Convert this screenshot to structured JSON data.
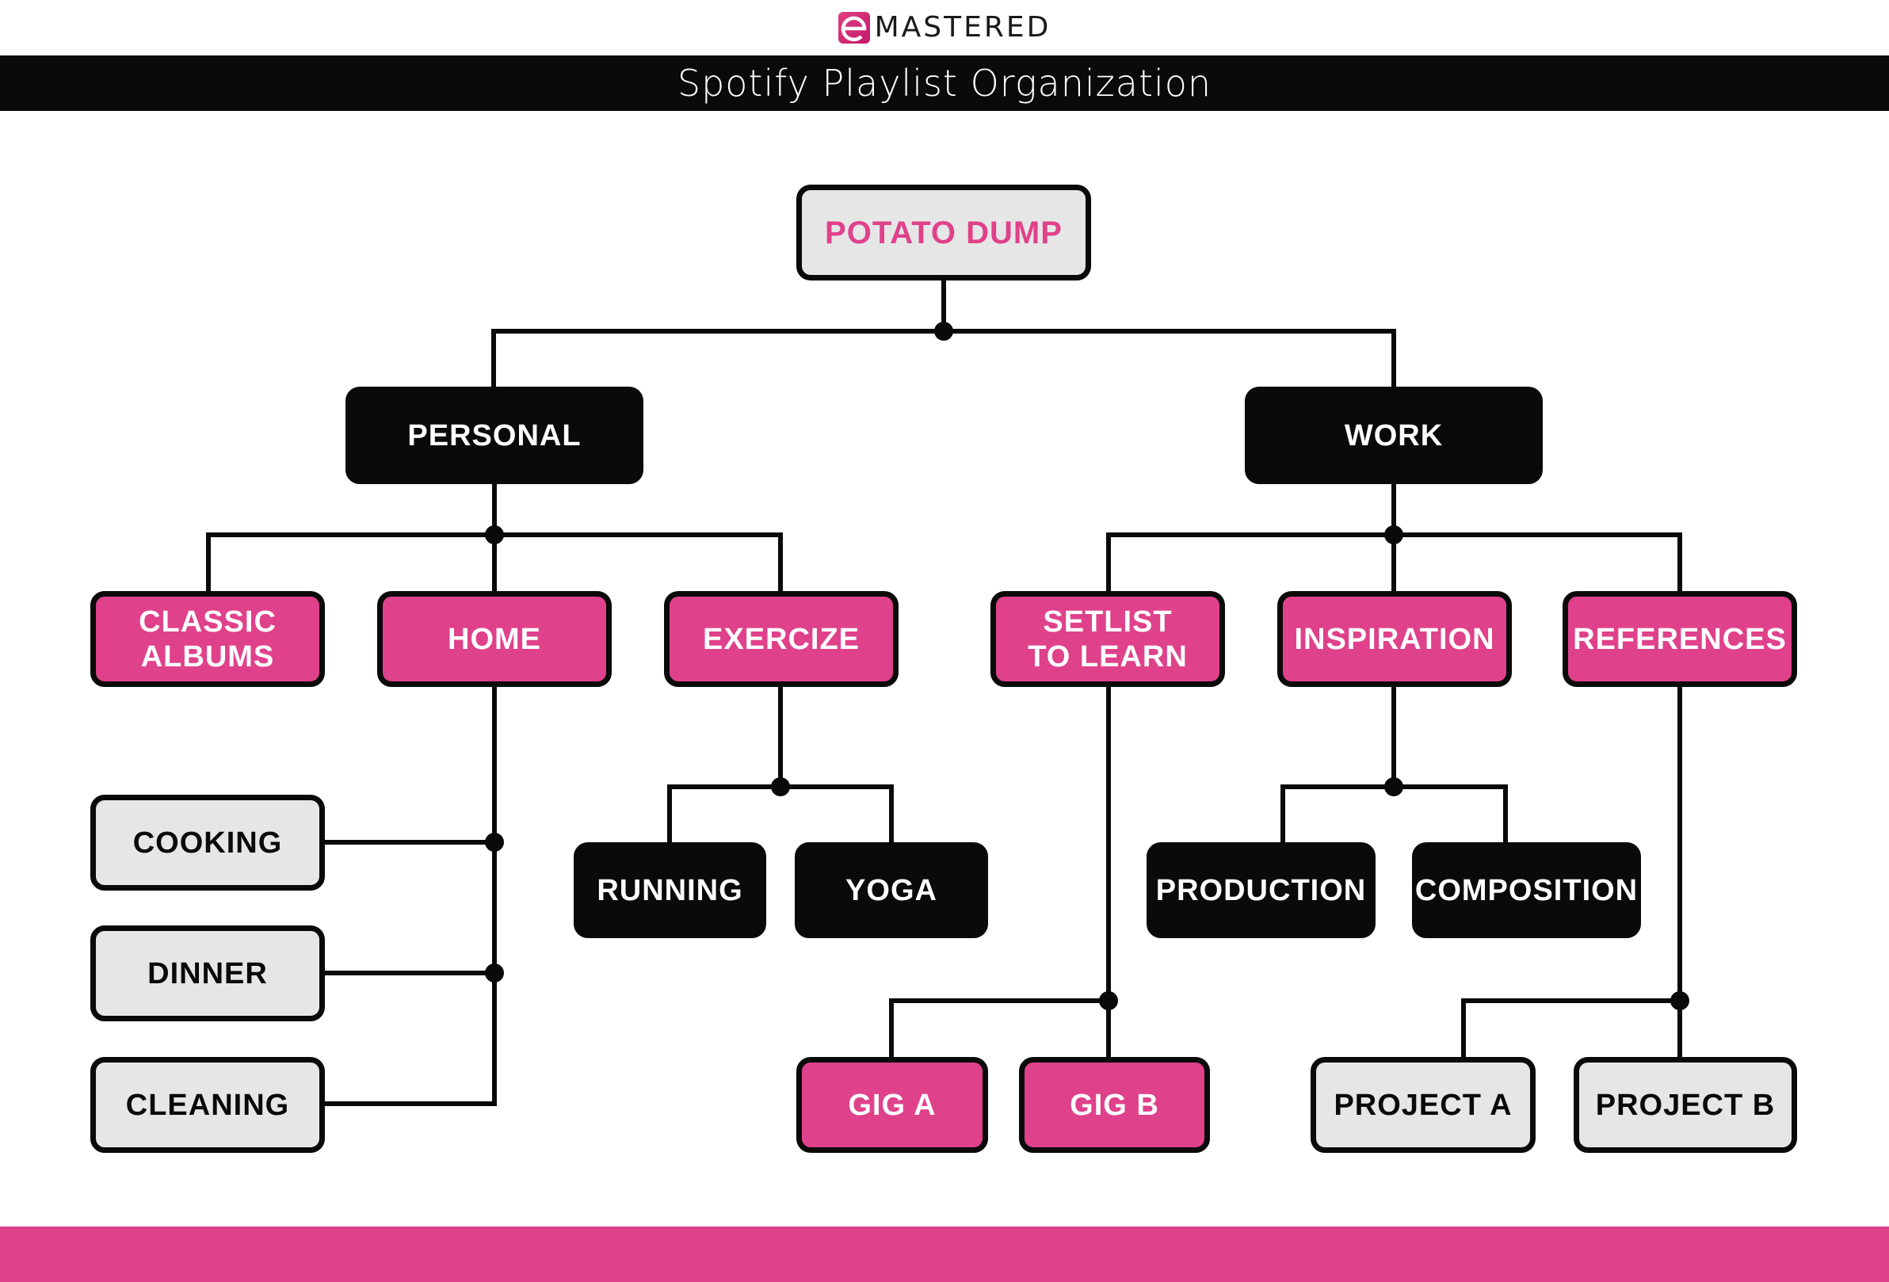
{
  "brand": {
    "name": "MASTERED",
    "logo_letter": "e",
    "color": "#e0418b"
  },
  "header": {
    "title": "Spotify Playlist Organization"
  },
  "colors": {
    "pink": "#e0418b",
    "black": "#0a0a0a",
    "light_gray": "#e6e6e6",
    "white": "#ffffff"
  },
  "tree": {
    "root": {
      "label": "POTATO DUMP",
      "style": "root"
    },
    "personal": {
      "label": "PERSONAL",
      "style": "dark",
      "children": {
        "classic_albums": {
          "label": "CLASSIC\nALBUMS",
          "style": "pink"
        },
        "home": {
          "label": "HOME",
          "style": "pink",
          "children": [
            {
              "label": "COOKING",
              "style": "light"
            },
            {
              "label": "DINNER",
              "style": "light"
            },
            {
              "label": "CLEANING",
              "style": "light"
            }
          ]
        },
        "exercize": {
          "label": "EXERCIZE",
          "style": "pink",
          "children": [
            {
              "label": "RUNNING",
              "style": "dark"
            },
            {
              "label": "YOGA",
              "style": "dark"
            }
          ]
        }
      }
    },
    "work": {
      "label": "WORK",
      "style": "dark",
      "children": {
        "setlist": {
          "label": "SETLIST\nTO LEARN",
          "style": "pink",
          "children": [
            {
              "label": "GIG A",
              "style": "pink"
            },
            {
              "label": "GIG B",
              "style": "pink"
            }
          ]
        },
        "inspiration": {
          "label": "INSPIRATION",
          "style": "pink",
          "children": [
            {
              "label": "PRODUCTION",
              "style": "dark"
            },
            {
              "label": "COMPOSITION",
              "style": "dark"
            }
          ]
        },
        "references": {
          "label": "REFERENCES",
          "style": "pink",
          "children": [
            {
              "label": "PROJECT A",
              "style": "light"
            },
            {
              "label": "PROJECT B",
              "style": "light"
            }
          ]
        }
      }
    }
  }
}
